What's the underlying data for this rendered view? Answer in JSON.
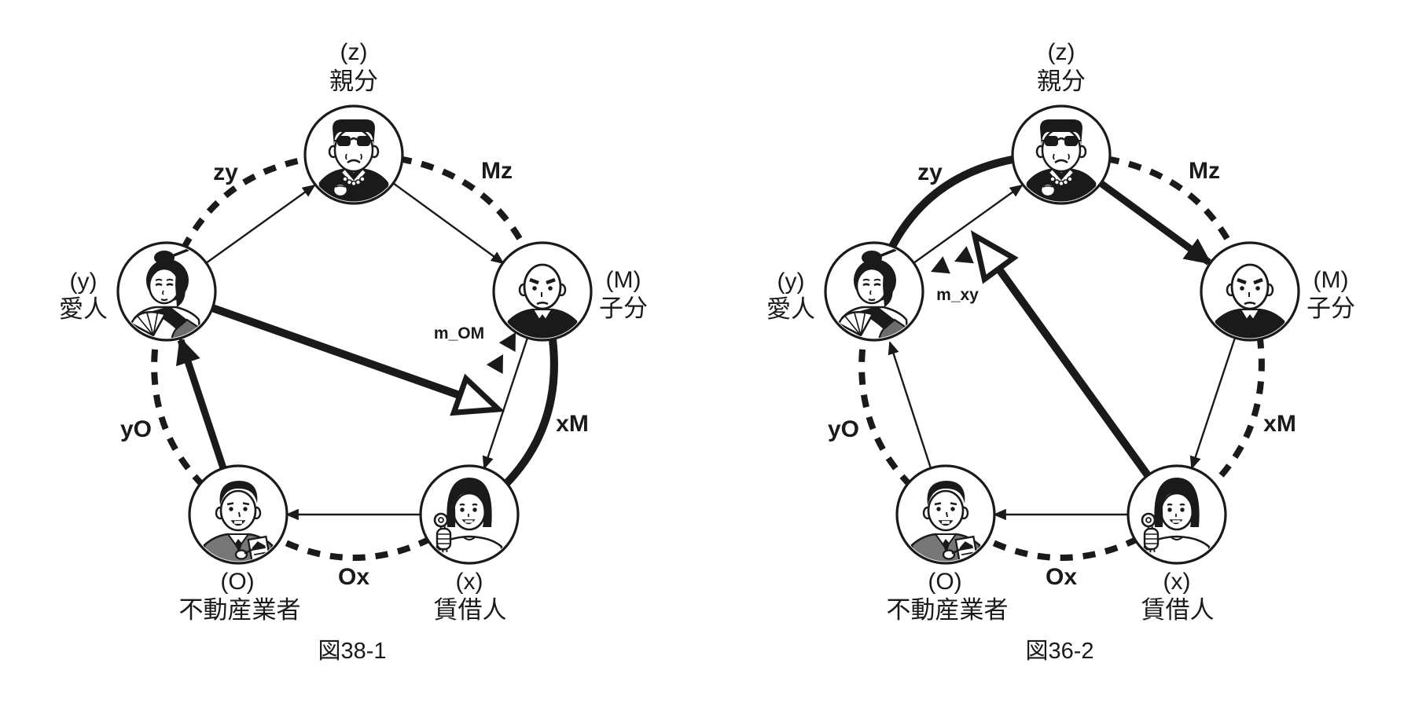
{
  "colors": {
    "ink": "#1a1a1a",
    "paper": "#ffffff",
    "suit_gray": "#777777",
    "kimono_gray": "#6d6d6d"
  },
  "avatars": [
    "boss-avatar",
    "mistress-avatar",
    "henchman-avatar",
    "agent-avatar",
    "tenant-avatar"
  ],
  "figures": [
    {
      "caption": "図38-1",
      "nodes": [
        {
          "id": "z",
          "code": "(z)",
          "name": "親分",
          "avatar": "boss-avatar"
        },
        {
          "id": "y",
          "code": "(y)",
          "name": "愛人",
          "avatar": "mistress-avatar"
        },
        {
          "id": "M",
          "code": "(M)",
          "name": "子分",
          "avatar": "henchman-avatar"
        },
        {
          "id": "O",
          "code": "(O)",
          "name": "不動産業者",
          "avatar": "agent-avatar"
        },
        {
          "id": "x",
          "code": "(x)",
          "name": "賃借人",
          "avatar": "tenant-avatar"
        }
      ],
      "edge_labels": {
        "zy": "zy",
        "Mz": "Mz",
        "xM": "xM",
        "Ox": "Ox",
        "yO": "yO"
      },
      "message_label": "m_OM",
      "solid_edges": [
        "xM"
      ],
      "thick_arrow": "O to y",
      "open_arrow": "y toward M-x line"
    },
    {
      "caption": "図36-2",
      "nodes": [
        {
          "id": "z",
          "code": "(z)",
          "name": "親分",
          "avatar": "boss-avatar"
        },
        {
          "id": "y",
          "code": "(y)",
          "name": "愛人",
          "avatar": "mistress-avatar"
        },
        {
          "id": "M",
          "code": "(M)",
          "name": "子分",
          "avatar": "henchman-avatar"
        },
        {
          "id": "O",
          "code": "(O)",
          "name": "不動産業者",
          "avatar": "agent-avatar"
        },
        {
          "id": "x",
          "code": "(x)",
          "name": "賃借人",
          "avatar": "tenant-avatar"
        }
      ],
      "edge_labels": {
        "zy": "zy",
        "Mz": "Mz",
        "xM": "xM",
        "Ox": "Ox",
        "yO": "yO"
      },
      "message_label": "m_xy",
      "solid_edges": [
        "zy"
      ],
      "thick_arrow": "z to M",
      "open_arrow": "x toward y-z line"
    }
  ]
}
